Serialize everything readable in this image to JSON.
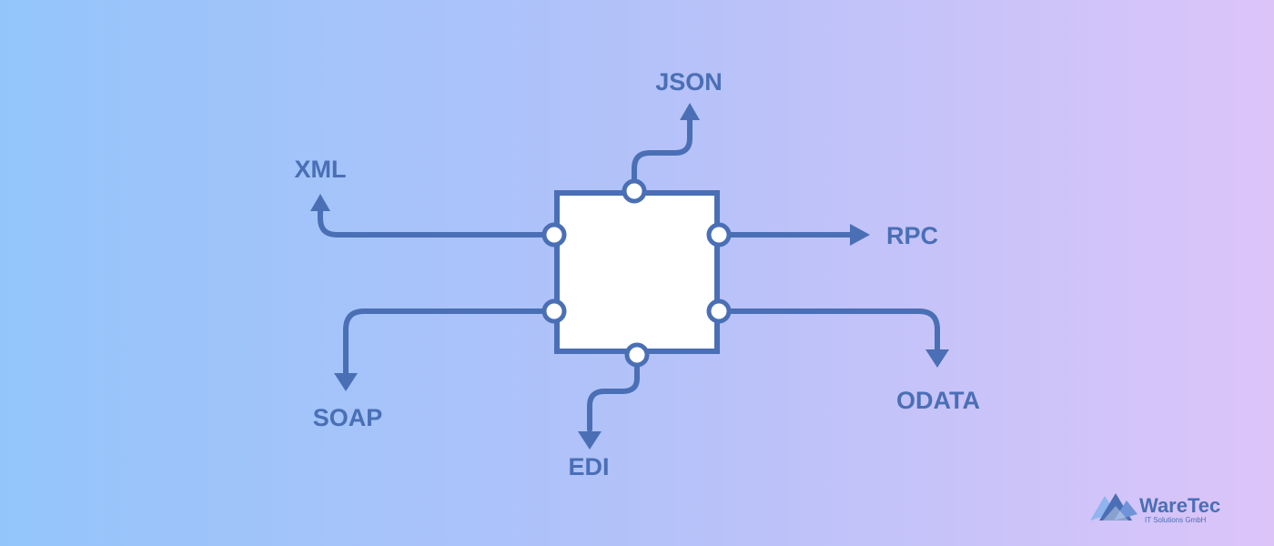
{
  "diagram": {
    "accent_color": "#4a6fb5",
    "box_fill": "#ffffff",
    "labels": {
      "json": "JSON",
      "xml": "XML",
      "rpc": "RPC",
      "soap": "SOAP",
      "odata": "ODATA",
      "edi": "EDI"
    }
  },
  "logo": {
    "name": "WareTec",
    "tagline": "IT Solutions GmbH"
  }
}
